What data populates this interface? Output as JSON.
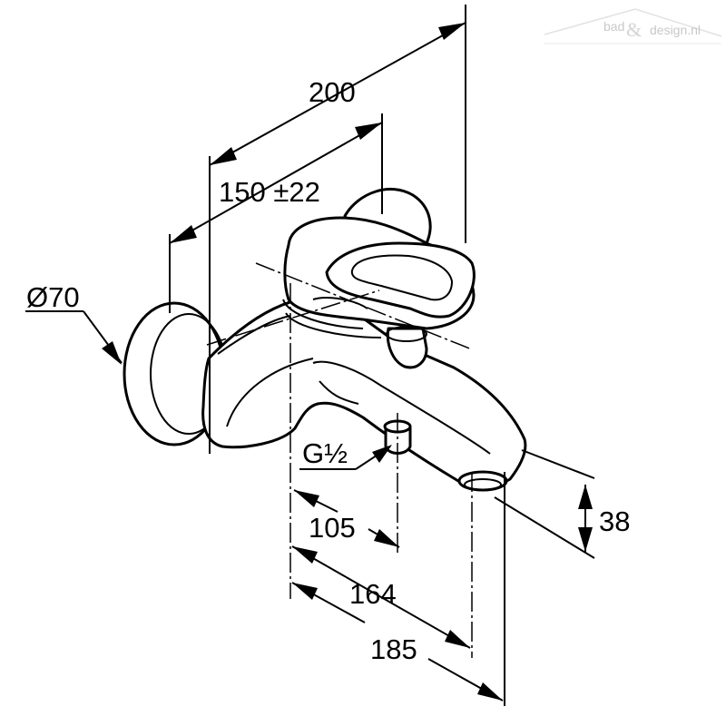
{
  "watermark": {
    "text_left": "bad",
    "text_amp": "&",
    "text_right": "design.nl"
  },
  "dimensions": {
    "overall_depth": "200",
    "spout_projection": "150 ±22",
    "rosette_diameter": "Ø70",
    "connection_thread": "G½",
    "outlet_height": "38",
    "outlet_to_wall": "105",
    "spout_to_wall": "164",
    "total_to_wall": "185"
  }
}
